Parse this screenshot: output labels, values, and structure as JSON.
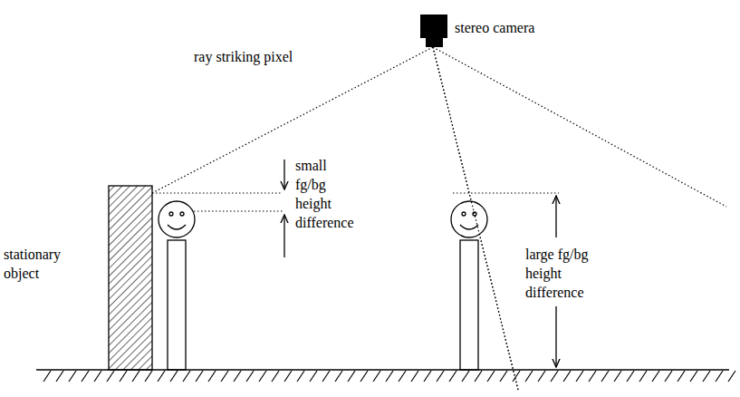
{
  "diagram": {
    "labels": [
      "stereo camera",
      "ray striking pixel",
      "small fg/bg height difference",
      "large fg/bg height difference",
      "stationary object"
    ]
  }
}
